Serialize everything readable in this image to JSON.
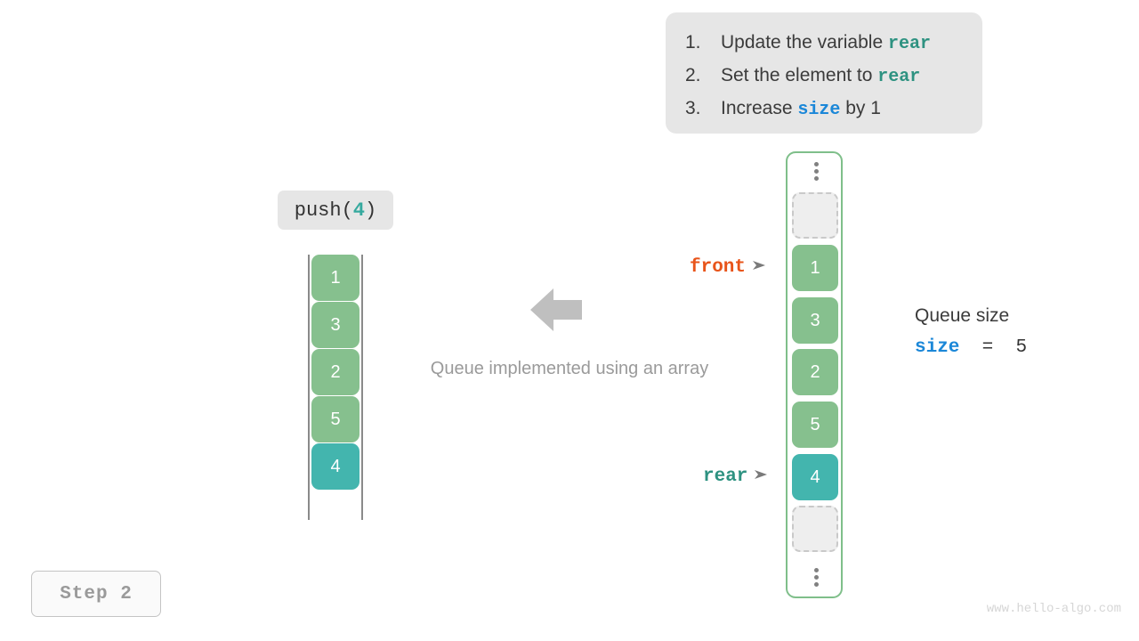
{
  "instructions": {
    "items": [
      {
        "num": "1.",
        "pre": "Update the variable ",
        "kw": "rear",
        "kw_color": "teal",
        "post": ""
      },
      {
        "num": "2.",
        "pre": "Set the element to ",
        "kw": "rear",
        "kw_color": "teal",
        "post": ""
      },
      {
        "num": "3.",
        "pre": "Increase ",
        "kw": "size",
        "kw_color": "blue",
        "post": " by 1"
      }
    ]
  },
  "operation": {
    "name": "push",
    "open": "(",
    "arg": "4",
    "close": ")"
  },
  "logical_queue": {
    "values": [
      "1",
      "3",
      "2",
      "5",
      "4"
    ],
    "highlight_index": 4
  },
  "center": {
    "caption": "Queue implemented using an array",
    "arrow_direction": "left"
  },
  "array_view": {
    "top_dots": "⋮",
    "bottom_dots": "⋮",
    "slots": [
      {
        "kind": "empty",
        "value": ""
      },
      {
        "kind": "filled",
        "value": "1",
        "color": "green"
      },
      {
        "kind": "filled",
        "value": "3",
        "color": "green"
      },
      {
        "kind": "filled",
        "value": "2",
        "color": "green"
      },
      {
        "kind": "filled",
        "value": "5",
        "color": "green"
      },
      {
        "kind": "filled",
        "value": "4",
        "color": "teal"
      },
      {
        "kind": "empty",
        "value": ""
      }
    ]
  },
  "pointers": {
    "front": {
      "label": "front",
      "target_value": "1"
    },
    "rear": {
      "label": "rear",
      "target_value": "4"
    }
  },
  "size_info": {
    "title": "Queue size",
    "var": "size",
    "equals": "=",
    "value": "5"
  },
  "step": {
    "label": "Step 2"
  },
  "watermark": {
    "text": "www.hello-algo.com"
  },
  "colors": {
    "green": "#86c08e",
    "teal": "#43b5ae",
    "front": "#e8541a",
    "rear": "#2e9281",
    "size": "#1b87d8",
    "panel_bg": "#e6e6e6",
    "container_border": "#7fbf8a"
  }
}
